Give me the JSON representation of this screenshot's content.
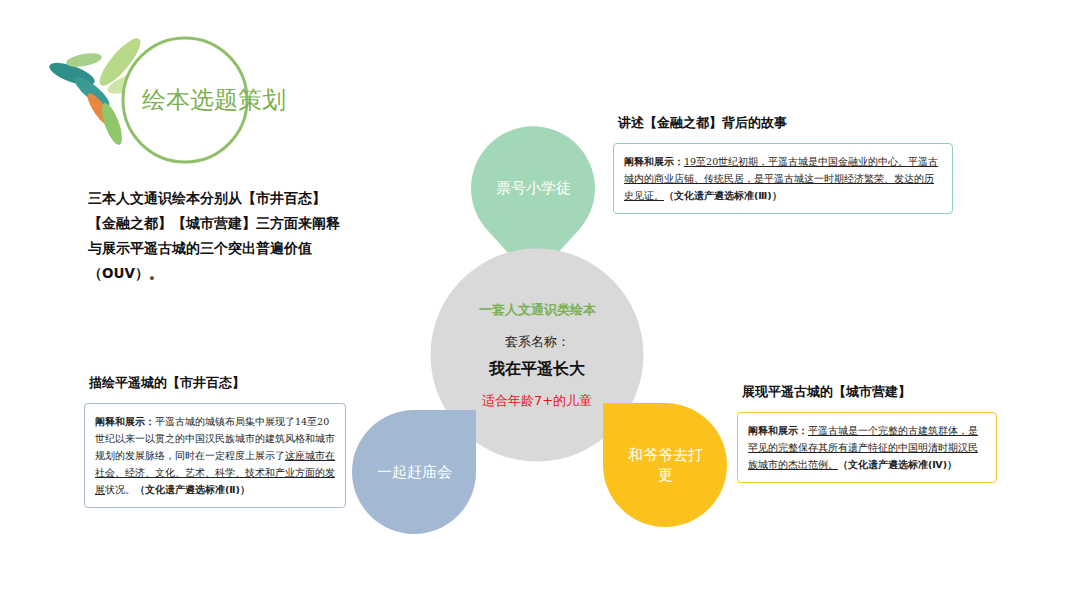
{
  "diagram": {
    "title": "绘本选题策划",
    "nodes": [
      {
        "text": [
          "票号小学徒"
        ]
      },
      {
        "text": [
          "讲述【金融之都】背后的故事",
          "阐释和展示：",
          "19至20世纪初期，平遥古城是中国金融业的中心。平遥古城内的商业店铺、传统民居，是平遥古城这一时期经济繁荣、发达的历史见证。",
          "（文化遗产遴选标准(Ⅲ)）"
        ]
      },
      {
        "text": [
          "一套人文通识类绘本",
          "套系名称：",
          "我在平遥长大",
          "适合年龄7+的儿童"
        ]
      },
      {
        "text": [
          "描绘平遥城的【市井百态】",
          "阐释和展示：",
          "平遥古城的城镇布局集中展现了14至20世纪以来一以贯之的中国汉民族城市的建筑风格和城市规划的发展脉络，同时在一定程度上展示了",
          "这座城市在社会、经济、文化、艺术、科学、技术和产业方面的发展",
          "状况。",
          "（文化遗产遴选标准(Ⅱ)）"
        ]
      },
      {
        "text": [
          "一起赶庙会"
        ]
      },
      {
        "text": [
          "和爷爷去打更"
        ]
      },
      {
        "text": [
          "展现平遥古城的【城市营建】",
          "阐释和展示：",
          "平遥古城是一个完整的古建筑群体，是罕见的完整保存其所有遗产特征的中国明清时期汉民族城市的杰出范例。",
          "（文化遗产遴选标准(Ⅳ)）"
        ]
      }
    ],
    "labels": [
      "三本人文通识绘本分别从【市井百态】【金融之都】【城市营建】三方面来阐释与展示平遥古城的三个突出普遍价值（OUV）。"
    ]
  }
}
